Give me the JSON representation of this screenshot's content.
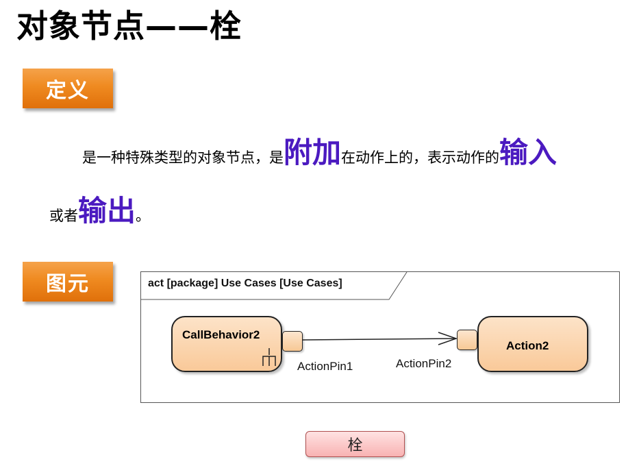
{
  "page": {
    "title": "对象节点——栓",
    "definition_tag": "定义",
    "definition": {
      "part1": "是一种特殊类型的对象节点，是",
      "hl1": "附加",
      "part2": "在动作上的，表示动作的",
      "hl2": "输入",
      "part3": "或者",
      "hl3": "输出",
      "part4": "。"
    },
    "element_tag": "图元"
  },
  "diagram": {
    "frame_label": "act [package] Use Cases [Use Cases]",
    "node1": "CallBehavior2",
    "node2": "Action2",
    "pin1": "ActionPin1",
    "pin2": "ActionPin2"
  },
  "button": {
    "label": "栓"
  },
  "colors": {
    "highlight": "#4b1ac0",
    "tag": "#ef8a20",
    "node_fill": "#f9c999"
  }
}
